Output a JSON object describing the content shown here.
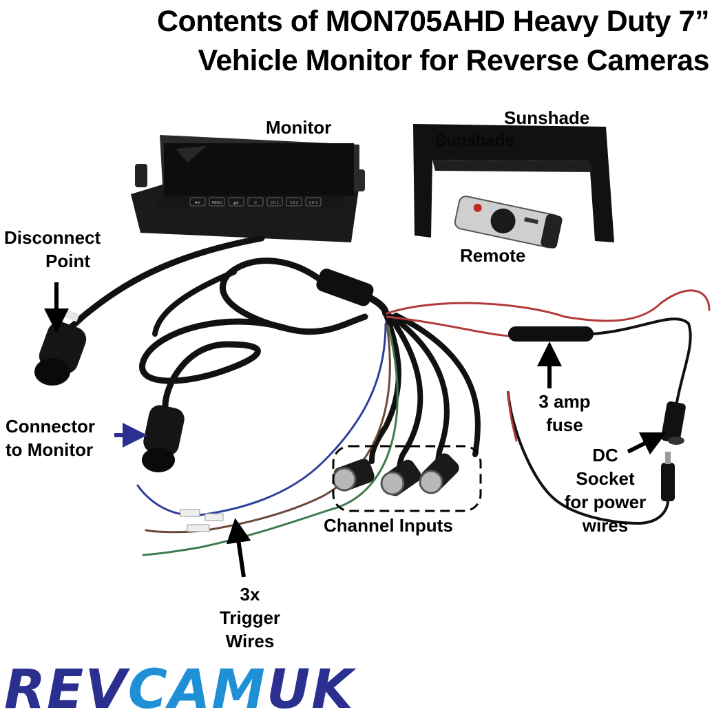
{
  "title": {
    "line1": "Contents of MON705AHD Heavy Duty 7”",
    "line2": "Vehicle Monitor for Reverse Cameras"
  },
  "labels": {
    "monitor": "Monitor",
    "sunshade": "Sunshade",
    "sunshade_print": "Sunshade",
    "remote": "Remote",
    "disconnect_point": [
      "Disconnect",
      "Point"
    ],
    "connector_to_monitor": [
      "Connector",
      "to Monitor"
    ],
    "fuse": [
      "3 amp",
      "fuse"
    ],
    "dc_socket": [
      "DC",
      "Socket",
      "for power",
      "wires"
    ],
    "channel_inputs": "Channel Inputs",
    "trigger_wires": [
      "3x",
      "Trigger",
      "Wires"
    ]
  },
  "monitor_buttons": [
    "▼⚙",
    "MENU",
    "▲⚙",
    "⏻",
    "CH 1",
    "CH 2",
    "CH 3"
  ],
  "brand": {
    "part1": "REV",
    "part2": "CAM",
    "part3": "UK",
    "colors": {
      "rev": "#2b2f8f",
      "cam": "#1f8fd6",
      "uk": "#2b2f8f"
    }
  },
  "colors": {
    "cable": "#111111",
    "arrow": "#000000",
    "arrow_blue": "#2b2f8f",
    "wire_red": "#b23a3a",
    "wire_green": "#3d7a4e",
    "wire_blue": "#2f3f9a",
    "wire_brown": "#6b4a3a"
  }
}
